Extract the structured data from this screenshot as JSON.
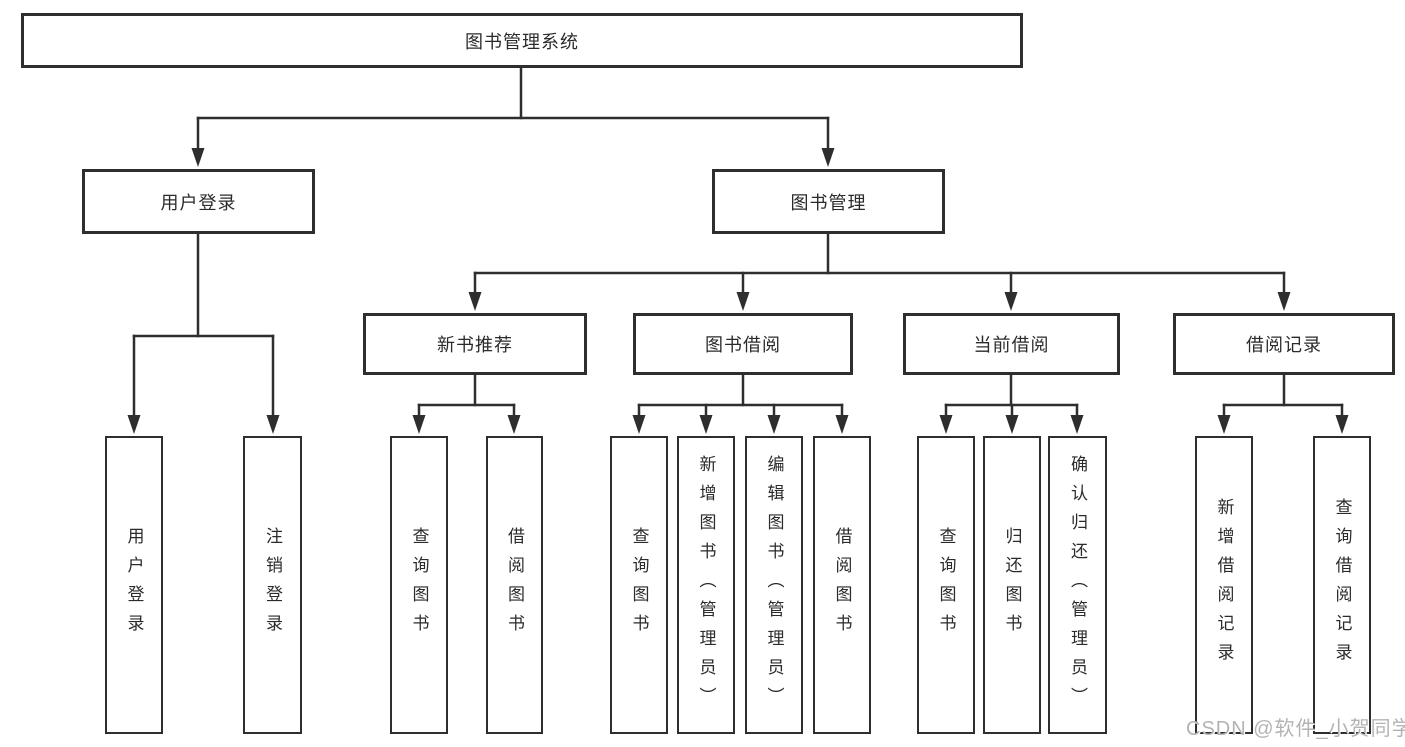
{
  "tree": {
    "root": "图书管理系统",
    "branches": [
      {
        "label": "用户登录",
        "children": [
          "用户登录",
          "注销登录"
        ]
      },
      {
        "label": "图书管理",
        "groups": [
          {
            "label": "新书推荐",
            "children": [
              "查询图书",
              "借阅图书"
            ]
          },
          {
            "label": "图书借阅",
            "children": [
              "查询图书",
              "新增图书（管理员）",
              "编辑图书（管理员）",
              "借阅图书"
            ]
          },
          {
            "label": "当前借阅",
            "children": [
              "查询图书",
              "归还图书",
              "确认归还（管理员）"
            ]
          },
          {
            "label": "借阅记录",
            "children": [
              "新增借阅记录",
              "查询借阅记录"
            ]
          }
        ]
      }
    ]
  },
  "watermark": "CSDN @软件_小贺同学",
  "colors": {
    "line": "#2e2e2e",
    "box_border": "#2e2e2e",
    "text": "#2b2b2b",
    "watermark": "#b3b3b3",
    "background": "#ffffff"
  }
}
